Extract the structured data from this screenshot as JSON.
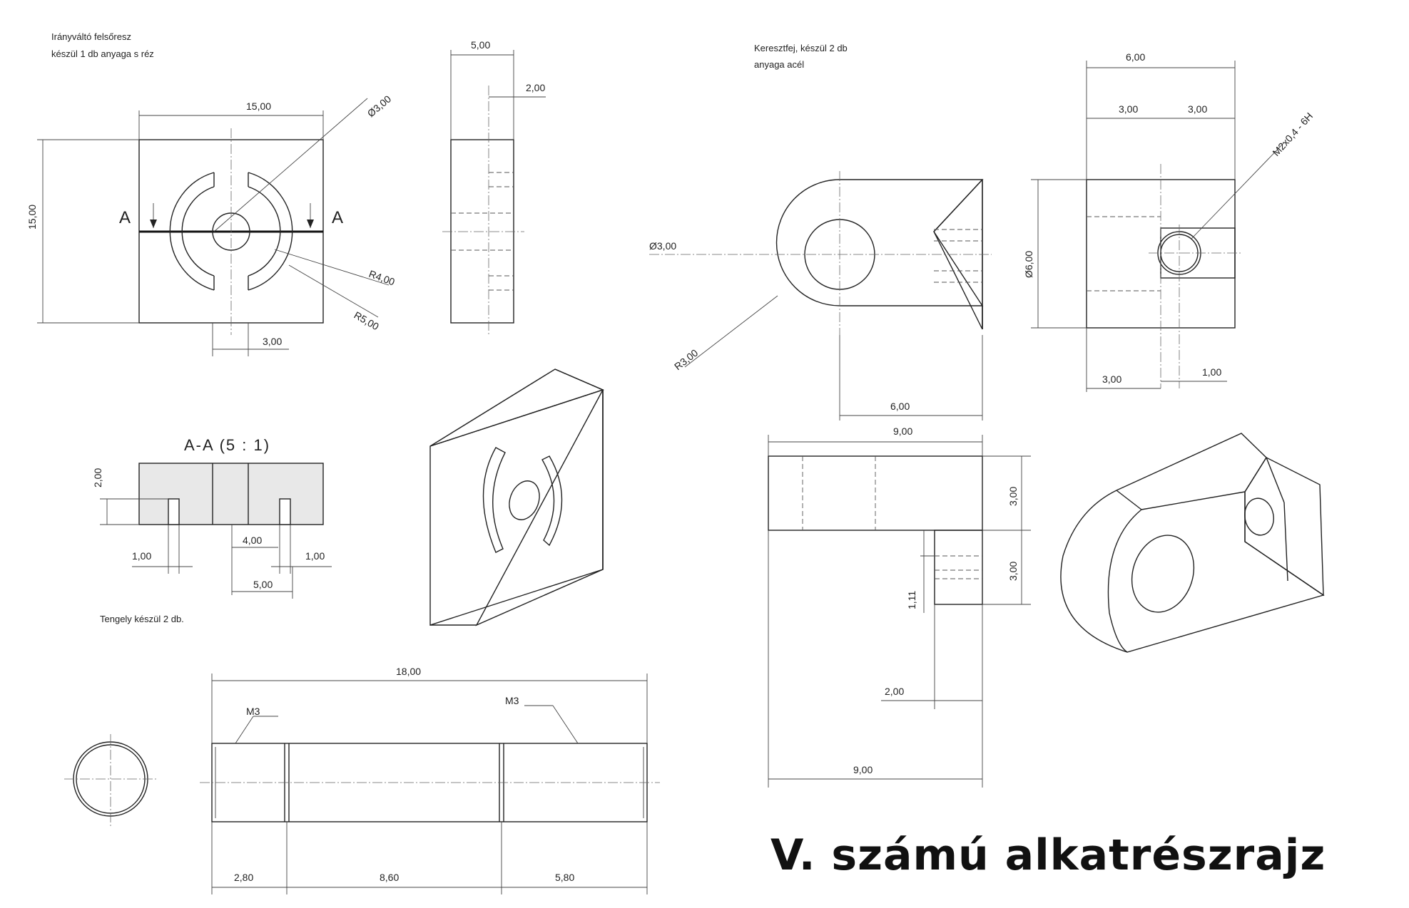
{
  "notes": {
    "part1_line1": "Irányváltó felsőresz",
    "part1_line2": "készül 1 db  anyaga  s réz",
    "part2_line1": "Keresztfej, készül 2 db",
    "part2_line2": "anyaga   acél",
    "part3": "Tengely  készül 2 db."
  },
  "section_label": "A-A  (5 : 1)",
  "cut_marks": {
    "left": "A",
    "right": "A"
  },
  "title": "V. számú alkatrészrajz",
  "part1": {
    "width": "15,00",
    "height": "15,00",
    "hole_dia": "Ø3,00",
    "r_inner": "R4,00",
    "r_outer": "R5,00",
    "slot": "3,00",
    "side_width": "5,00",
    "side_step": "2,00"
  },
  "section": {
    "depth": "2,00",
    "left_gap": "1,00",
    "right_gap": "1,00",
    "inner": "4,00",
    "outer": "5,00"
  },
  "shaft": {
    "total": "18,00",
    "seg1": "2,80",
    "seg2": "8,60",
    "seg3": "5,80",
    "thread_left": "M3",
    "thread_right": "M3"
  },
  "part2": {
    "hole_dia": "Ø3,00",
    "radius": "R3,00",
    "len6": "6,00",
    "len9_top": "9,00",
    "end_width": "6,00",
    "half_left": "3,00",
    "half_right": "3,00",
    "end_dia": "Ø6,00",
    "thread": "M2x0,4 - 6H",
    "bottom_left": "3,00",
    "bottom_right": "1,00",
    "front_h1": "3,00",
    "front_h2": "3,00",
    "front_small": "1,11",
    "front_2": "2,00",
    "front_len": "9,00"
  }
}
